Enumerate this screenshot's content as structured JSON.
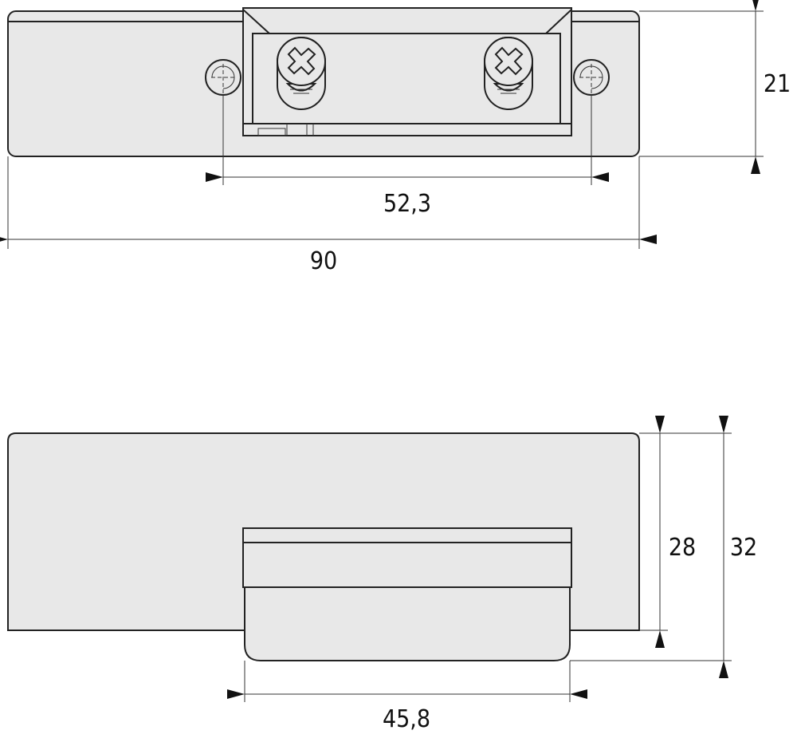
{
  "top_view": {
    "dimensions": {
      "height": "21",
      "hole_spacing": "52,3",
      "length": "90"
    }
  },
  "side_view": {
    "dimensions": {
      "body_height": "28",
      "total_height": "32",
      "latch_width": "45,8"
    }
  },
  "colors": {
    "part_fill": "#e8e8e8",
    "line": "#222222"
  }
}
